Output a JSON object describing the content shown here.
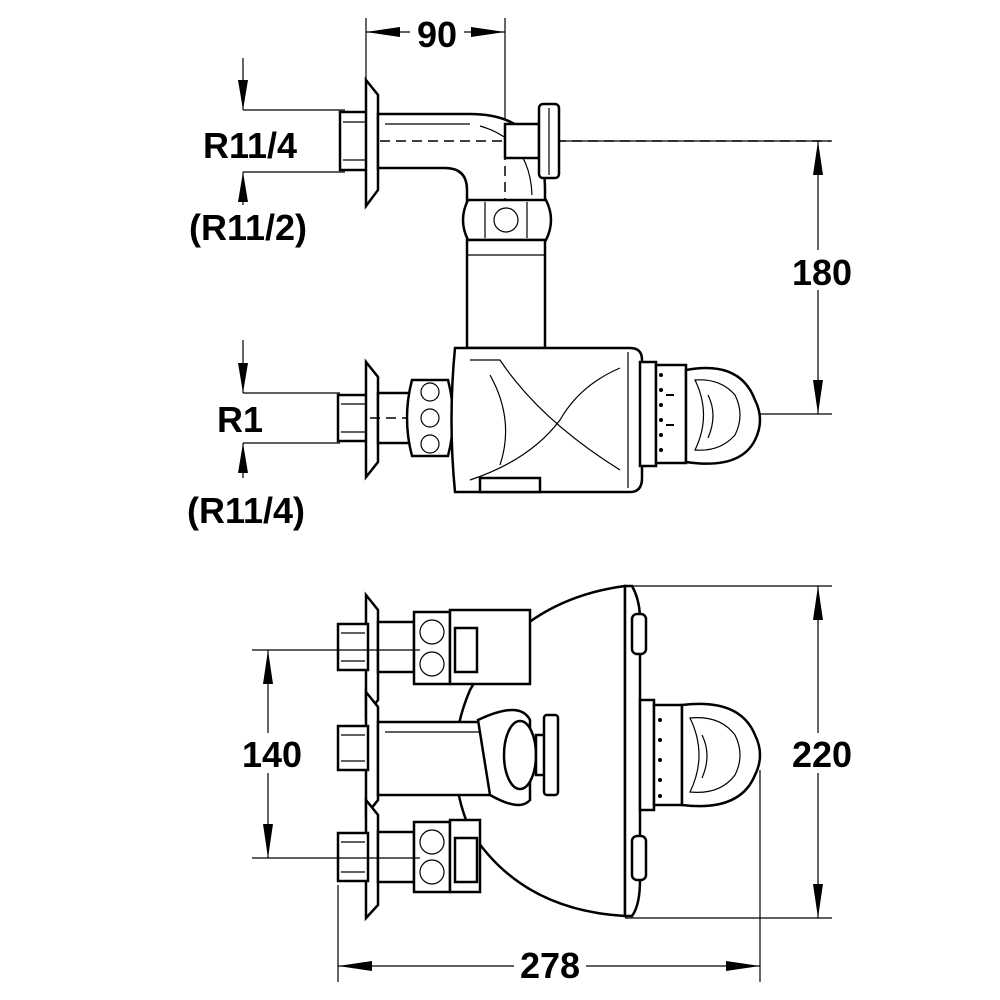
{
  "drawing": {
    "top_view": {
      "dim_width_label": "90",
      "upper_thread_label": "R11/4",
      "upper_thread_alt_label": "(R11/2)",
      "height_label": "180",
      "lower_thread_label": "R1",
      "lower_thread_alt_label": "(R11/4)"
    },
    "front_view": {
      "spacing_label": "140",
      "height_label": "220",
      "width_label": "278"
    }
  }
}
